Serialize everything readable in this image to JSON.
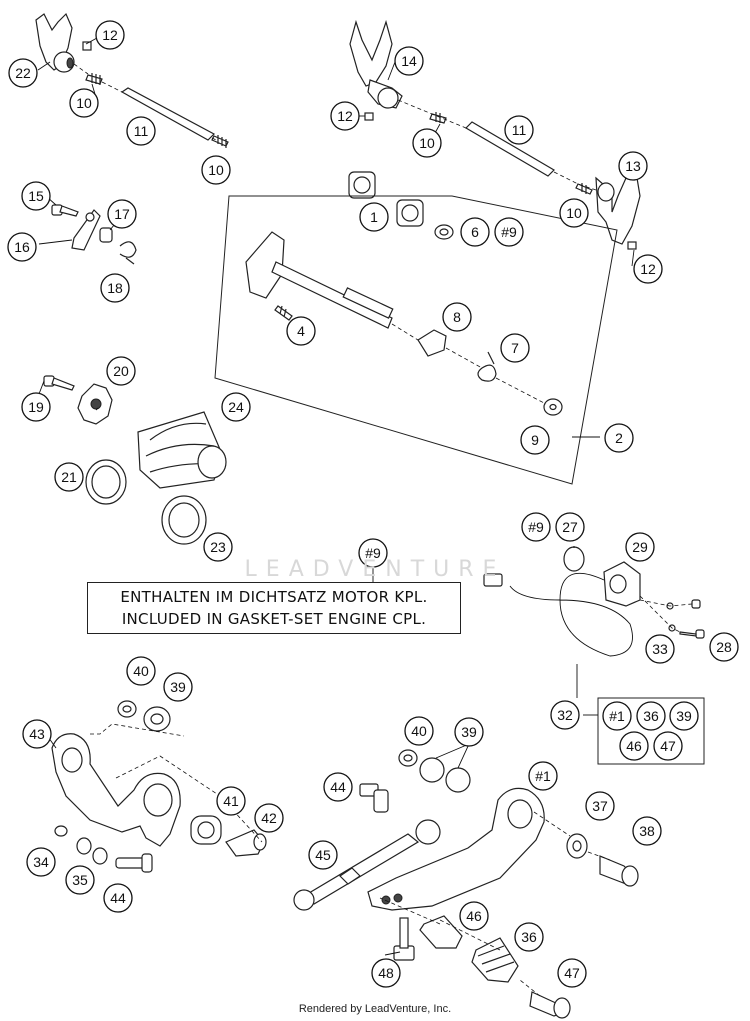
{
  "note": {
    "line1": "ENTHALTEN IM DICHTSATZ MOTOR KPL.",
    "line2": "INCLUDED IN GASKET-SET ENGINE CPL.",
    "ref_callout": "#9"
  },
  "kit_group": {
    "ref": "32",
    "members": [
      "#1",
      "36",
      "39",
      "46",
      "47"
    ]
  },
  "watermark": "LEADVENTURE",
  "footer": "Rendered by LeadVenture, Inc.",
  "callouts": [
    "12",
    "22",
    "10",
    "11",
    "10",
    "14",
    "12",
    "10",
    "11",
    "13",
    "10",
    "12",
    "15",
    "17",
    "16",
    "18",
    "1",
    "6",
    "#9",
    "4",
    "8",
    "7",
    "20",
    "19",
    "24",
    "9",
    "2",
    "21",
    "23",
    "#9",
    "27",
    "29",
    "28",
    "33",
    "40",
    "39",
    "43",
    "41",
    "42",
    "34",
    "35",
    "44",
    "40",
    "39",
    "44",
    "#1",
    "37",
    "38",
    "45",
    "46",
    "36",
    "48",
    "47"
  ]
}
